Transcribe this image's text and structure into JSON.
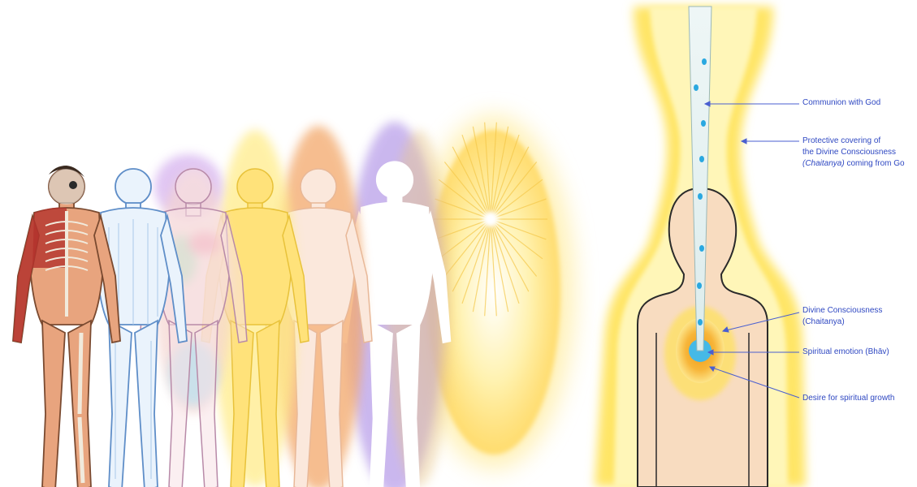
{
  "labels": {
    "communion": "Communion with God",
    "protective_line1": "Protective covering of",
    "protective_line2": "the Divine Consciousness",
    "protective_line3_italic": "(Chaitanya)",
    "protective_line3_rest": " coming from Go",
    "divine_line1": "Divine Consciousness",
    "divine_line2": "(Chaitanya)",
    "emotion": "Spiritual emotion (Bhāv)",
    "desire": "Desire for spiritual growth"
  },
  "colors": {
    "label_text": "#2f48c2",
    "arrow": "#4a5fd0",
    "aura_yellow": "#ffe45c",
    "skin": "#f6d7b6",
    "droplet": "#2aa8e0",
    "core_cyan": "#45b9e6",
    "core_orange": "#f2a41c"
  },
  "figures": [
    {
      "layer": "physical",
      "color": "#e7a27a"
    },
    {
      "layer": "blue",
      "color": "#9ecaf0"
    },
    {
      "layer": "violet-rainbow",
      "color": "#c9a3e6"
    },
    {
      "layer": "yellow",
      "color": "#ffd84a"
    },
    {
      "layer": "orange-white",
      "color": "#f4b37a"
    },
    {
      "layer": "white-violet",
      "color": "#8a6fcf"
    },
    {
      "layer": "golden-oval",
      "color": "#ffd86a"
    }
  ]
}
